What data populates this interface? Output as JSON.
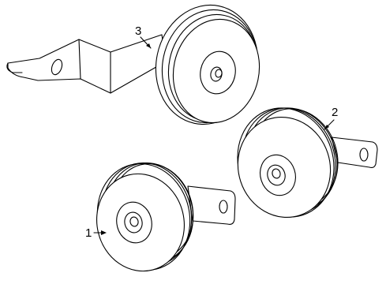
{
  "callouts": [
    {
      "label": "1",
      "part": "horn"
    },
    {
      "label": "2",
      "part": "horn"
    },
    {
      "label": "3",
      "part": "horn-with-bracket"
    }
  ],
  "colors": {
    "line": "#000000",
    "background": "#ffffff"
  }
}
